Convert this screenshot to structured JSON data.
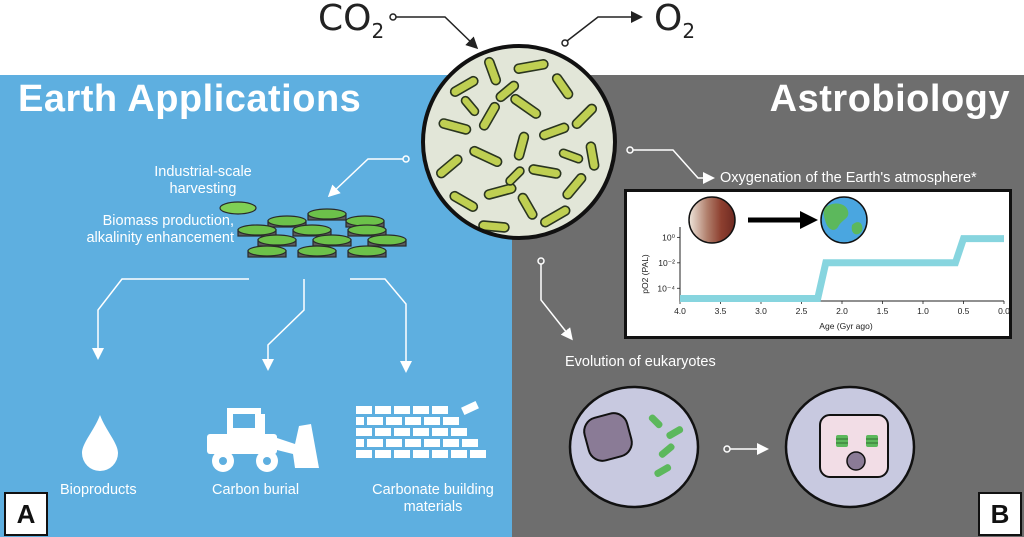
{
  "top": {
    "co2": "CO",
    "co2_sub": "2",
    "o2": "O",
    "o2_sub": "2"
  },
  "left_panel": {
    "title": "Earth Applications",
    "harvest_label_1": "Industrial-scale",
    "harvest_label_2": "harvesting",
    "biomass_label_1": "Biomass production,",
    "biomass_label_2": "alkalinity enhancement",
    "outputs": [
      "Bioproducts",
      "Carbon burial",
      "Carbonate building",
      "materials"
    ],
    "badge": "A",
    "color": "#5eafe0"
  },
  "right_panel": {
    "title": "Astrobiology",
    "oxygenation_label": "Oxygenation of the Earth's atmosphere*",
    "eukaryote_label": "Evolution of eukaryotes",
    "badge": "B",
    "color": "#6e6e6e"
  },
  "chart_data": {
    "type": "line",
    "xlabel": "Age (Gyr ago)",
    "ylabel": "pO2 (PAL)",
    "xlim": [
      4.0,
      0.0
    ],
    "x_ticks": [
      "4.0",
      "3.5",
      "3.0",
      "2.5",
      "2.0",
      "1.5",
      "1.0",
      "0.5",
      "0.0"
    ],
    "y_ticks": [
      "10⁰",
      "10⁻²",
      "10⁻⁴"
    ],
    "ylim_log10": [
      -5,
      0.5
    ],
    "x": [
      4.0,
      2.3,
      2.3,
      2.2,
      0.6,
      0.6,
      0.5,
      0.0
    ],
    "y_log10": [
      -4.8,
      -4.8,
      -4.8,
      -2.0,
      -2.0,
      -2.0,
      -0.1,
      -0.1
    ],
    "line_color": "#87d5df"
  }
}
